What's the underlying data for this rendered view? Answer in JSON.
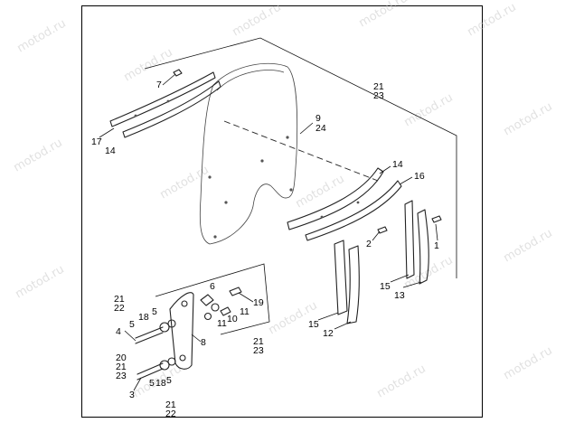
{
  "watermark": "motod.ru",
  "callouts": {
    "c7": "7",
    "c21a": "21",
    "c23a": "23",
    "c9": "9",
    "c24": "24",
    "c17": "17",
    "c14a": "14",
    "c14b": "14",
    "c16": "16",
    "c2": "2",
    "c1": "1",
    "c15a": "15",
    "c13": "13",
    "c15b": "15",
    "c12": "12",
    "c21b": "21",
    "c22a": "22",
    "c6": "6",
    "c19": "19",
    "c18a": "18",
    "c5a": "5",
    "c5b": "5",
    "c11a": "11",
    "c10": "10",
    "c11b": "11",
    "c4": "4",
    "c8": "8",
    "c21c": "21",
    "c23b": "23",
    "c20": "20",
    "c21d": "21",
    "c23c": "23",
    "c5c": "5",
    "c18b": "18",
    "c5d": "5",
    "c3": "3",
    "c21e": "21",
    "c22b": "22"
  }
}
